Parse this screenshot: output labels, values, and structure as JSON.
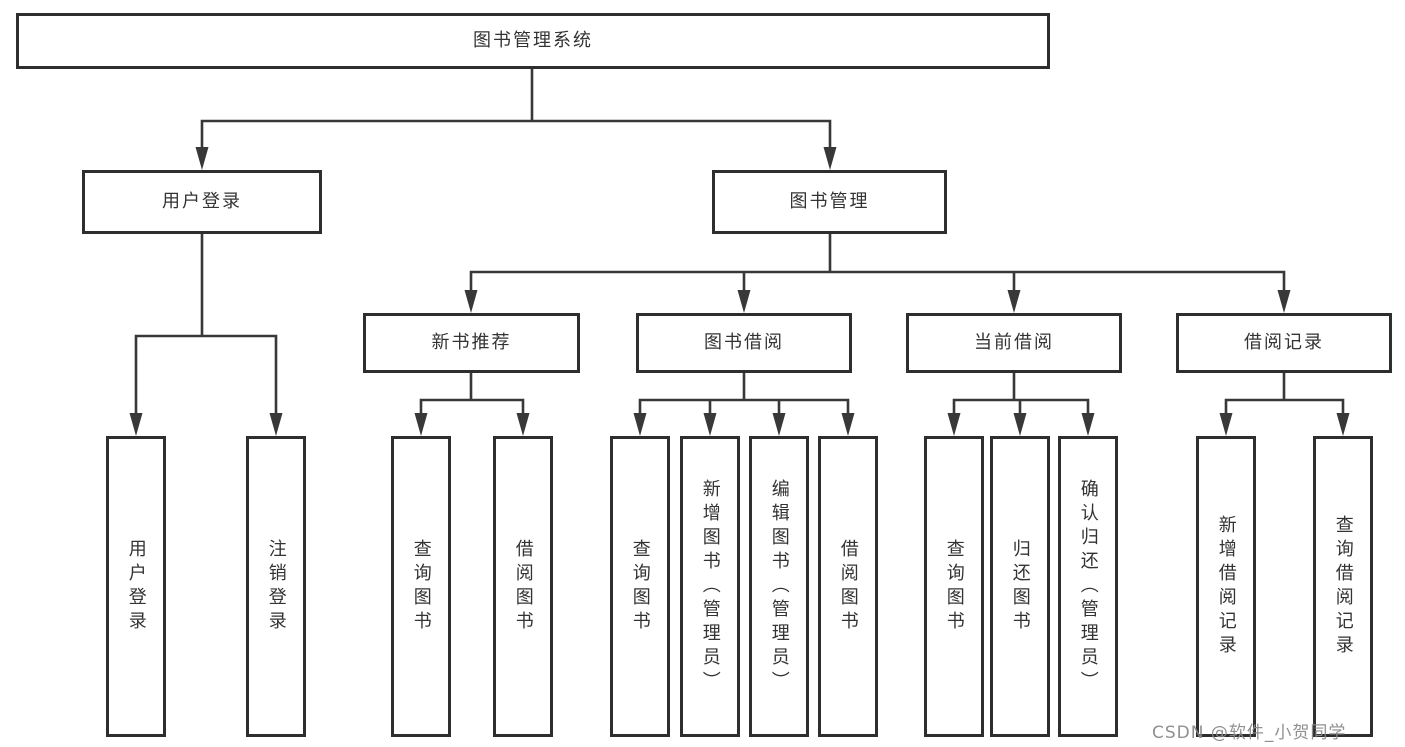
{
  "tree": {
    "root": "图书管理系统",
    "children": [
      {
        "label": "用户登录",
        "children": [
          "用户登录",
          "注销登录"
        ]
      },
      {
        "label": "图书管理",
        "children": [
          {
            "label": "新书推荐",
            "children": [
              "查询图书",
              "借阅图书"
            ]
          },
          {
            "label": "图书借阅",
            "children": [
              "查询图书",
              "新增图书（管理员）",
              "编辑图书（管理员）",
              "借阅图书"
            ]
          },
          {
            "label": "当前借阅",
            "children": [
              "查询图书",
              "归还图书",
              "确认归还（管理员）"
            ]
          },
          {
            "label": "借阅记录",
            "children": [
              "新增借阅记录",
              "查询借阅记录"
            ]
          }
        ]
      }
    ]
  },
  "watermark": "CSDN @软件_小贺同学",
  "colors": {
    "line": "#383838",
    "box_border": "#2e2e2e",
    "text": "#333333",
    "watermark": "#8a8a8a"
  }
}
